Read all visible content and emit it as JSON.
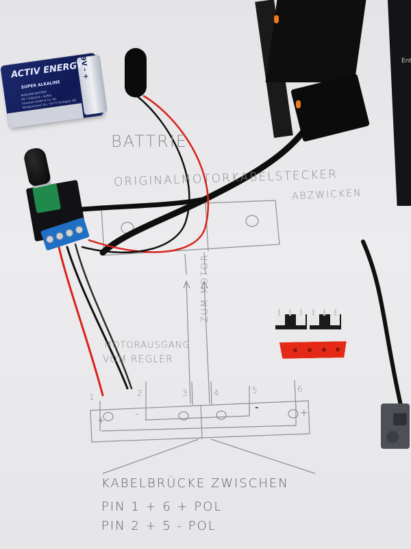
{
  "photo": {
    "description": "Hand-drawn wiring diagram on paper with electronic components",
    "paper_color": "#e9e8ea",
    "pencil_color": "#8b8b8e"
  },
  "battery": {
    "brand": "ACTIV ENERGY",
    "type": "SUPER ALKALINE",
    "fine_print": [
      "ALKALINE BATTERY",
      "9V • E-BLOCK • 6LR61",
      "Innovent GmbH & Co. KG",
      "Königsstrasse 10c, 70173 Stuttgart, DE"
    ],
    "size": "9V -  +"
  },
  "monitor": {
    "partial_text": "Entf"
  },
  "labels": {
    "battery": "BATTRIE",
    "original_cable": "ORIGINALMOTORKABELSTECKER",
    "cut_off": "ABZWICKEN",
    "motor_output_1": "MOTORAUSGANG",
    "motor_output_2": "VOM REGLER",
    "to_motor": "ZUM MOTOR"
  },
  "connector_strip": {
    "pins": [
      {
        "number": "1",
        "polarity": "+"
      },
      {
        "number": "2",
        "polarity": "-"
      },
      {
        "number": "3",
        "polarity": ""
      },
      {
        "number": "4",
        "polarity": ""
      },
      {
        "number": "5",
        "polarity": "-"
      },
      {
        "number": "6",
        "polarity": "+"
      }
    ]
  },
  "notes": {
    "line1": "KABELBRÜCKE ZWISCHEN",
    "line2": "PIN 1 + 6  + POL",
    "line3": "PIN 2 + 5  - POL"
  },
  "components": {
    "regulator": "PWM motor speed regulator with knob and blue screw terminal",
    "lego_box": "Black LEGO battery box with orange buttons",
    "clip": "9V battery clip",
    "switches": "Two micro switches",
    "bracket": "Red 3D-printed bracket with 4 holes",
    "sensor": "LEGO connector with 4-wire ribbon cable"
  },
  "colors": {
    "wire_red": "#d8211b",
    "wire_black": "#111111",
    "terminal_blue": "#1f6fc4",
    "pcb_green": "#1f8a4c",
    "bracket_red": "#e42a17",
    "lego_orange": "#f07a1b"
  }
}
